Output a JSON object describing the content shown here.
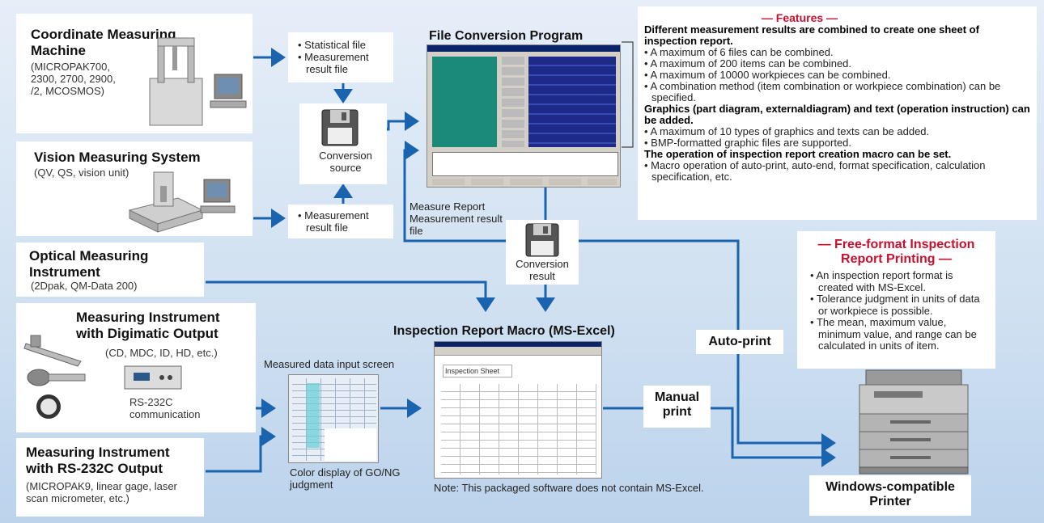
{
  "sources": {
    "cmm": {
      "title": "Coordinate Measuring Machine",
      "models": "(MICROPAK700, 2300, 2700, 2900, /2, MCOSMOS)"
    },
    "vision": {
      "title": "Vision Measuring System",
      "models": "(QV, QS, vision unit)"
    },
    "optical": {
      "title": "Optical Measuring Instrument",
      "models": "(2Dpak, QM-Data 200)"
    },
    "digimatic": {
      "title": "Measuring Instrument with Digimatic Output",
      "models": "(CD, MDC, ID, HD, etc.)",
      "comm": "RS-232C communication"
    },
    "rs232": {
      "title": "Measuring Instrument with RS-232C Output",
      "models": "(MICROPAK9, linear gage, laser scan micrometer, etc.)"
    }
  },
  "files": {
    "cmm_files": [
      "Statistical file",
      "Measurement result file"
    ],
    "vision_files": [
      "Measurement result file"
    ]
  },
  "conversion_source": "Conversion source",
  "conversion_result": "Conversion result",
  "measure_report_file": "Measure Report Measurement result file",
  "file_conversion_program": "File Conversion Program",
  "features": {
    "title": "— Features —",
    "groups": [
      {
        "heading": "Different measurement results are combined to create one sheet of inspection report.",
        "items": [
          "A maximum of 6 files can be combined.",
          "A maximum of 200 items can be combined.",
          "A maximum of 10000 workpieces can be combined.",
          "A combination method (item combination or workpiece combination) can be specified."
        ]
      },
      {
        "heading": "Graphics (part diagram, externaldiagram) and text (operation instruction) can be added.",
        "items": [
          "A maximum of 10 types of graphics and texts can be added.",
          "BMP-formatted graphic files are supported."
        ]
      },
      {
        "heading": "The operation of inspection report creation macro can be set.",
        "items": [
          "Macro operation of auto-print, auto-end, format specification, calculation specification, etc."
        ]
      }
    ]
  },
  "free_format": {
    "title": "— Free-format Inspection Report Printing —",
    "items": [
      "An inspection report format is created with MS-Excel.",
      "Tolerance judgment in units of data or workpiece is possible.",
      "The mean, maximum value, minimum value, and range can be calculated in units of item."
    ]
  },
  "macro_title": "Inspection Report Macro (MS-Excel)",
  "macro_sheet_title": "Inspection Sheet",
  "measured_input": "Measured data input screen",
  "color_display": "Color display of GO/NG judgment",
  "note": "Note: This packaged software does not contain MS-Excel.",
  "auto_print": "Auto-print",
  "manual_print": "Manual print",
  "printer": "Windows-compatible Printer",
  "colors": {
    "arrow": "#1a63ae",
    "accent": "#c8102e",
    "window_title": "#0a246a",
    "bar": "#1d2a8a"
  }
}
